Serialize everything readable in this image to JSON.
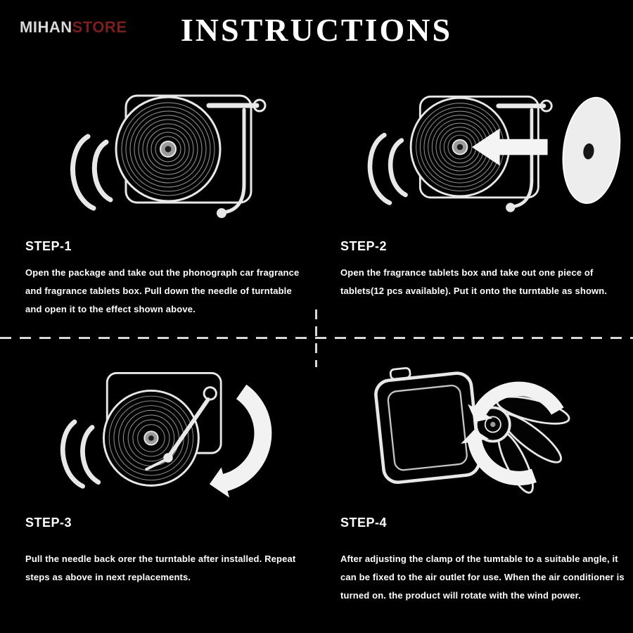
{
  "colors": {
    "background": "#000000",
    "text": "#ffffff",
    "logo_mihan": "#d9d9d9",
    "logo_store": "#7a1e1e",
    "line_art": "#e8e8e8"
  },
  "header": {
    "logo_part1": "MIHAN",
    "logo_part2": "STORE",
    "title": "INSTRUCTIONS"
  },
  "steps": [
    {
      "label": "STEP-1",
      "text": "Open the package and take out the phonograph car fragrance and fragrance tablets box. Pull down the needle of turntable and open it to the effect shown above.",
      "illustration": "phonograph-vent-clip-front-view"
    },
    {
      "label": "STEP-2",
      "text": "Open the fragrance tablets box and take out one piece of tablets(12 pcs available). Put it onto the turntable as shown.",
      "illustration": "phonograph-with-insert-arrow-and-fragrance-tablet"
    },
    {
      "label": "STEP-3",
      "text": "Pull the needle back orer the turntable after installed. Repeat steps as above in next replacements.",
      "illustration": "phonograph-needle-swing-rotation-arrow"
    },
    {
      "label": "STEP-4",
      "text": "After adjusting the clamp of the tumtable to a suitable angle, it can be fixed to the air outlet for use. When the air conditioner is turned on. the product will rotate with the wind power.",
      "illustration": "vent-clamp-back-view-with-rotation-arrows"
    }
  ]
}
